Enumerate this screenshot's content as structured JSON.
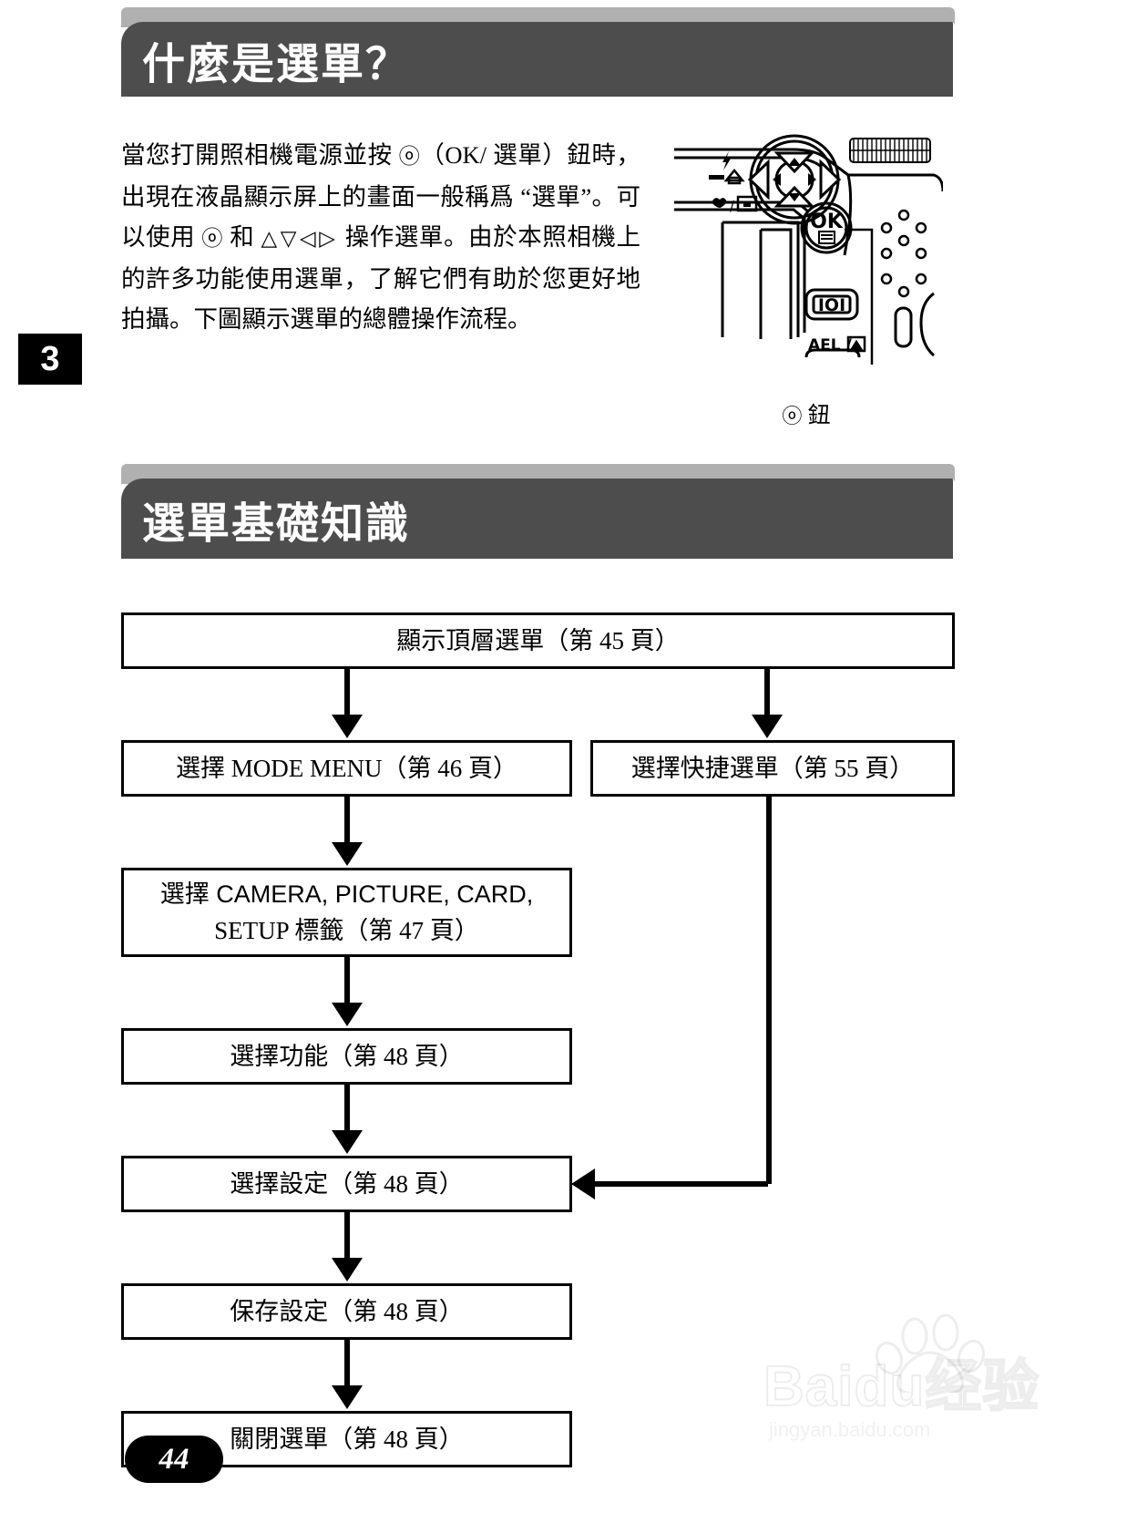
{
  "page": {
    "number": "44",
    "chapter_tab": "3"
  },
  "sections": [
    {
      "id": "what-is-menu",
      "title": "什麼是選單？"
    },
    {
      "id": "menu-basics",
      "title": "選單基礎知識"
    }
  ],
  "intro": {
    "part1": "當您打開照相機電源並按 ",
    "ok_icon_1": "ⓞ",
    "part2": "（OK/ 選單）鈕時，出現在液晶顯示屏上的畫面一般稱爲 “選單”。可以使用 ",
    "ok_icon_2": "ⓞ",
    "part3": " 和 ",
    "arrows": "△▽◁▷",
    "part4": " 操作選單。由於本照相機上的許多功能使用選單，了解它們有助於您更好地拍攝。下圖顯示選單的總體操作流程。",
    "full_text": "當您打開照相機電源並按 ⊙（OK/ 選單）鈕時，出現在液晶顯示屏上的畫面一般稱爲“選單”。可以使用 ⊙ 和 △▽◁▷ 操作選單。由於本照相機上的許多功能使用選單，了解它們有助於您更好地拍攝。下圖顯示選單的總體操作流程。"
  },
  "camera_figure": {
    "caption_icon": "ⓞ",
    "caption_text": " 鈕",
    "labels": {
      "ok_button": "OK",
      "display_button": "IOI",
      "ael_button": "AEL /"
    }
  },
  "flowchart": {
    "boxes": [
      {
        "id": "top-menu",
        "text": "顯示頂層選單（第 45 頁）"
      },
      {
        "id": "mode-menu",
        "text": "選擇 MODE MENU（第 46 頁）"
      },
      {
        "id": "shortcut",
        "text": "選擇快捷選單（第 55 頁）"
      },
      {
        "id": "tabs",
        "line1": "選擇 CAMERA, PICTURE, CARD,",
        "line2": "SETUP 標籤（第 47 頁）"
      },
      {
        "id": "function",
        "text": "選擇功能（第 48 頁）"
      },
      {
        "id": "setting",
        "text": "選擇設定（第 48 頁）"
      },
      {
        "id": "save",
        "text": "保存設定（第 48 頁）"
      },
      {
        "id": "close",
        "text": "關閉選單（第 48 頁）"
      }
    ]
  },
  "watermark": {
    "brand": "Baidu经验",
    "url": "jingyan.baidu.com"
  },
  "colors": {
    "heading_bar": "#4d4d4d",
    "heading_shadow": "#b0b0b0",
    "ink": "#000000",
    "paper": "#ffffff"
  }
}
